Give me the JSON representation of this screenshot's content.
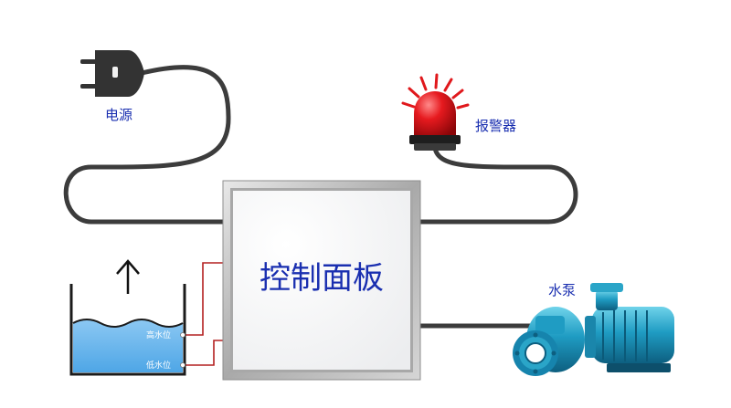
{
  "labels": {
    "power": "电源",
    "alarm": "报警器",
    "pump": "水泵",
    "panel": "控制面板",
    "high_level": "高水位",
    "low_level": "低水位"
  },
  "colors": {
    "label_text": "#1a2fb0",
    "cable": "#3c3c3c",
    "sensor_wire": "#b42020",
    "water": "#6fb8ef",
    "pump_body": "#2aa5c8",
    "alarm_light": "#e0181c",
    "panel_frame": "#b9b9b9"
  },
  "icons": {
    "power_plug": "plug-icon",
    "alarm_light": "siren-icon",
    "pump": "water-pump-icon",
    "arrow": "arrow-up-icon"
  }
}
